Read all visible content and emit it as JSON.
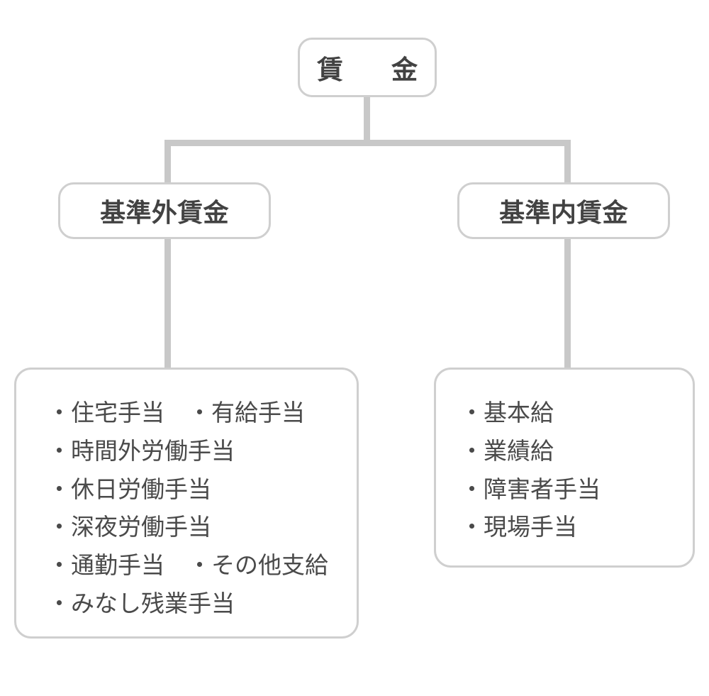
{
  "diagram": {
    "title_node": {
      "label": "賃　金"
    },
    "branches": [
      {
        "heading": "基準外賃金",
        "items": [
          "・住宅手当　・有給手当",
          "・時間外労働手当",
          "・休日労働手当",
          "・深夜労働手当",
          "・通勤手当　・その他支給",
          "・みなし残業手当"
        ]
      },
      {
        "heading": "基準内賃金",
        "items": [
          "・基本給",
          "・業績給",
          "・障害者手当",
          "・現場手当"
        ]
      }
    ],
    "colors": {
      "text": "#424242",
      "item_text": "#4a4a4a",
      "box_border": "#cfcfcf",
      "connector": "#c8c8c8",
      "background": "#ffffff"
    }
  }
}
